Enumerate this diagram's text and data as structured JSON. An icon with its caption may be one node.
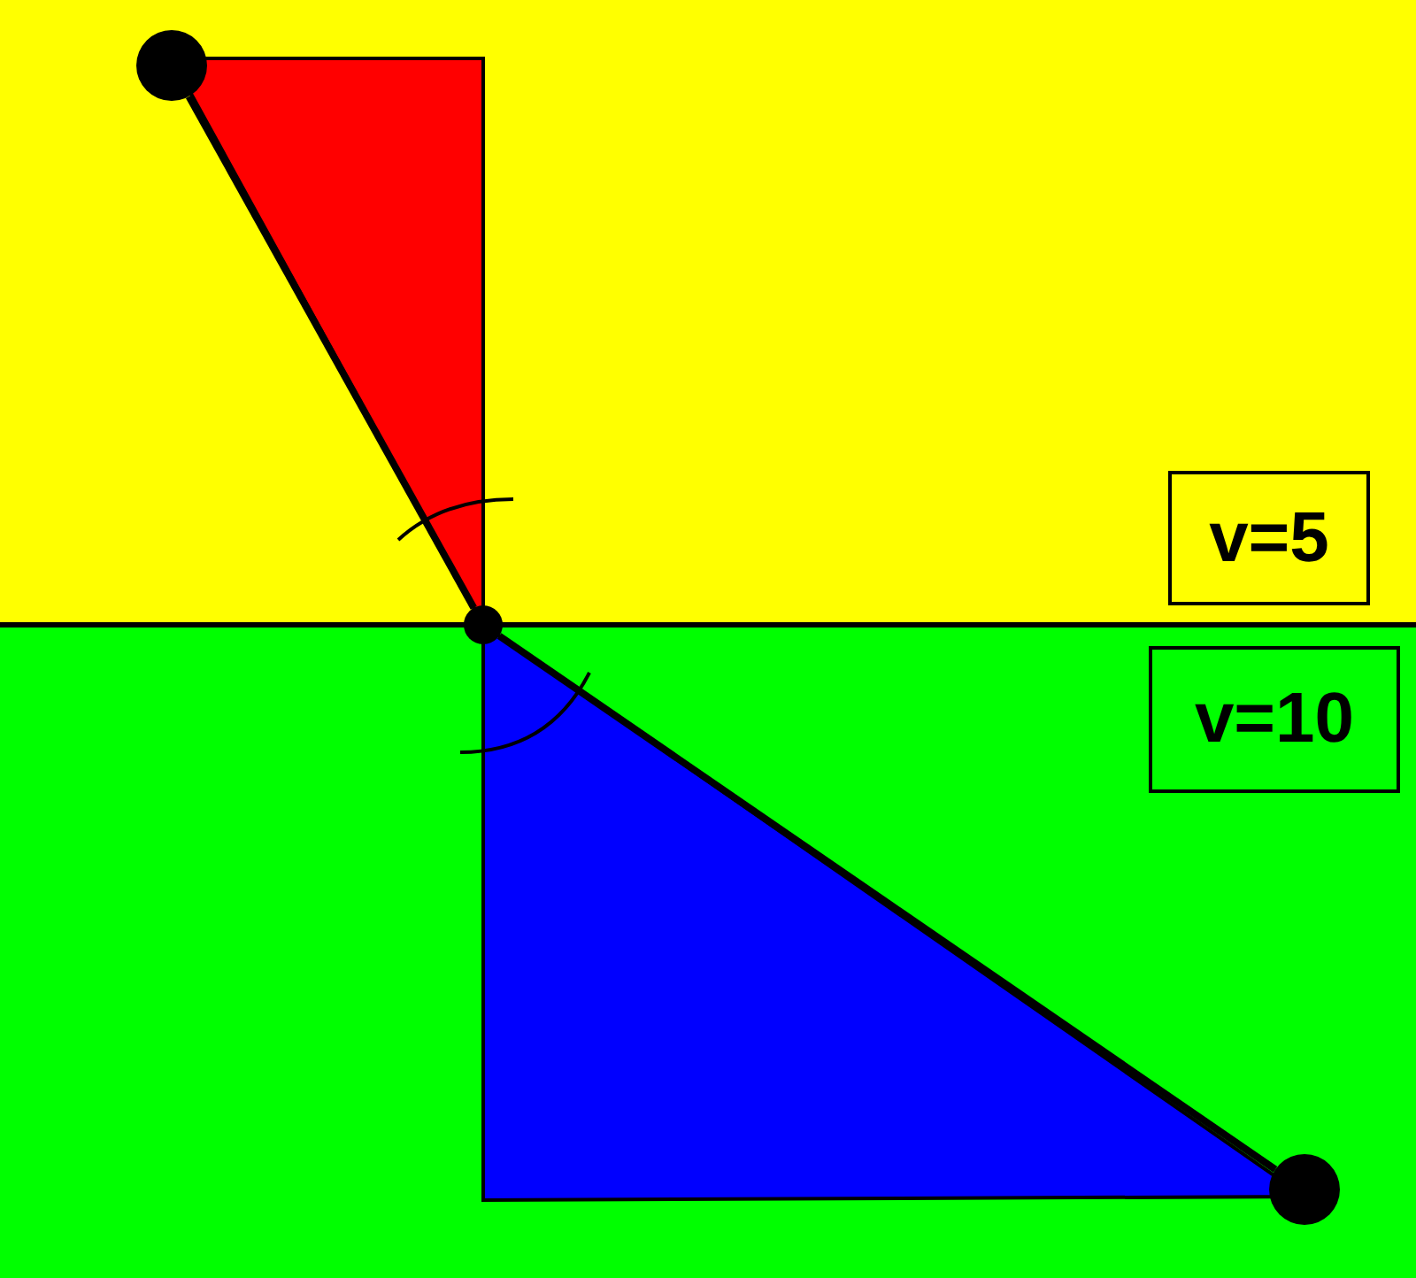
{
  "diagram": {
    "nodes": [
      {
        "text": [
          "v=5"
        ]
      },
      {
        "text": [
          "v=10"
        ]
      },
      {
        "text": [],
        "shape": "circle"
      },
      {
        "text": [],
        "shape": "circle"
      },
      {
        "text": [],
        "shape": "circle"
      }
    ],
    "edges": [
      {
        "from": 2,
        "to": 3,
        "arrow": "none"
      },
      {
        "from": 3,
        "to": 4,
        "arrow": "none"
      }
    ]
  }
}
